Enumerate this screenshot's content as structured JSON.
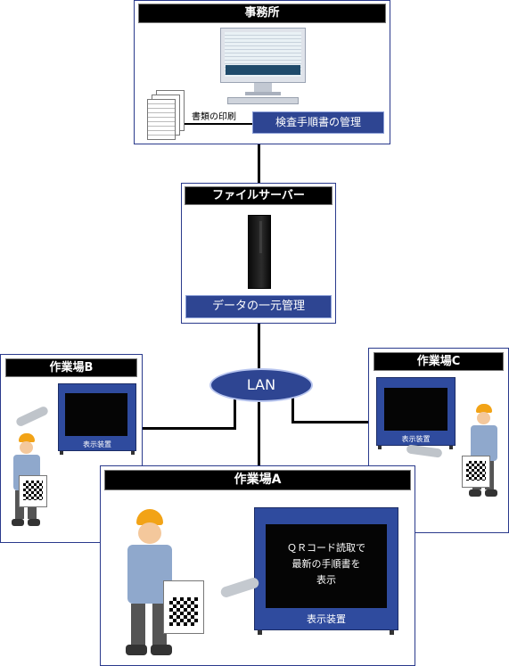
{
  "office": {
    "title": "事務所",
    "print_label": "書類の印刷",
    "function_label": "検査手順書の管理"
  },
  "server": {
    "title": "ファイルサーバー",
    "function_label": "データの一元管理"
  },
  "network": {
    "label": "LAN"
  },
  "site_b": {
    "title": "作業場B",
    "display_label": "表示装置"
  },
  "site_c": {
    "title": "作業場C",
    "display_label": "表示装置"
  },
  "site_a": {
    "title": "作業場A",
    "screen_text": [
      "ＱＲコード読取で",
      "最新の手順書を",
      "表示"
    ],
    "display_label": "表示装置"
  }
}
